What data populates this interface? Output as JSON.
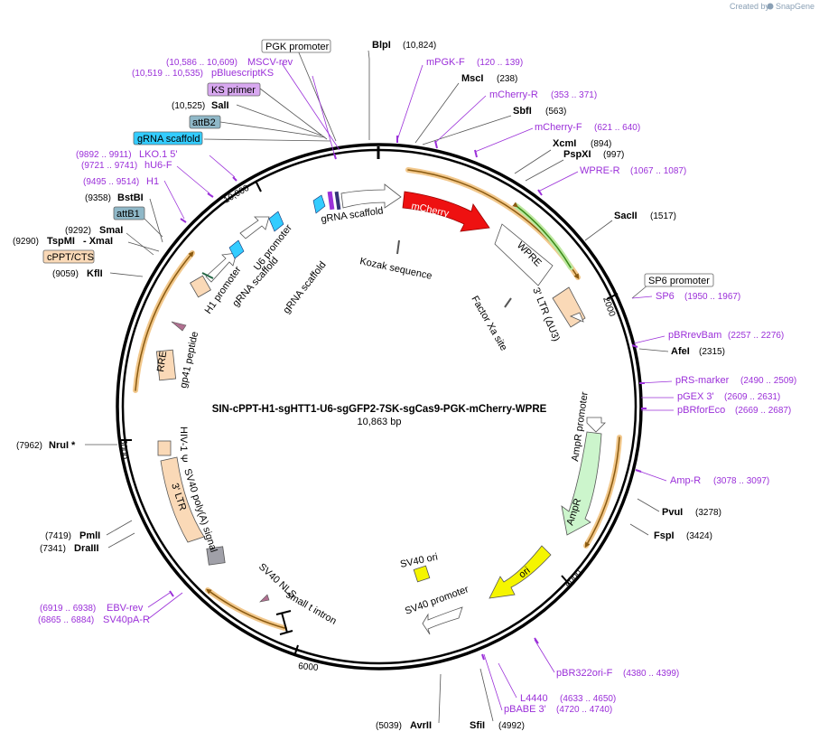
{
  "credit": {
    "prefix": "Created by",
    "brand": "SnapGene"
  },
  "title": "SIN-cPPT-H1-sgHTT1-U6-sgGFP2-7SK-sgCas9-PGK-mCherry-WPRE",
  "length": "10,863 bp",
  "ticks": [
    "2000",
    "4000",
    "6000",
    "8000",
    "10,000"
  ],
  "enzymes": [
    {
      "name": "BlpI",
      "pos": "(10,824)"
    },
    {
      "name": "MscI",
      "pos": "(238)"
    },
    {
      "name": "SbfI",
      "pos": "(563)"
    },
    {
      "name": "XcmI",
      "pos": "(894)"
    },
    {
      "name": "PspXI",
      "pos": "(997)"
    },
    {
      "name": "SacII",
      "pos": "(1517)"
    },
    {
      "name": "AfeI",
      "pos": "(2315)"
    },
    {
      "name": "PvuI",
      "pos": "(3278)"
    },
    {
      "name": "FspI",
      "pos": "(3424)"
    },
    {
      "name": "SfiI",
      "pos": "(4992)"
    },
    {
      "name": "AvrII",
      "pos": "(5039)"
    },
    {
      "name": "DraIII",
      "pos": "(7341)"
    },
    {
      "name": "PmlI",
      "pos": "(7419)"
    },
    {
      "name": "NruI *",
      "pos": "(7962)"
    },
    {
      "name": "KflI",
      "pos": "(9059)"
    },
    {
      "name": "TspMI",
      "pos": "(9290)"
    },
    {
      "name": "- XmaI",
      "pos": ""
    },
    {
      "name": "SmaI",
      "pos": "(9292)"
    },
    {
      "name": "BstBI",
      "pos": "(9358)"
    },
    {
      "name": "SalI",
      "pos": "(10,525)"
    }
  ],
  "primers": [
    {
      "name": "mPGK-F",
      "pos": "(120 .. 139)"
    },
    {
      "name": "mCherry-R",
      "pos": "(353 .. 371)"
    },
    {
      "name": "mCherry-F",
      "pos": "(621 .. 640)"
    },
    {
      "name": "WPRE-R",
      "pos": "(1067 .. 1087)"
    },
    {
      "name": "SP6",
      "pos": "(1950 .. 1967)"
    },
    {
      "name": "pBRrevBam",
      "pos": "(2257 .. 2276)"
    },
    {
      "name": "pRS-marker",
      "pos": "(2490 .. 2509)"
    },
    {
      "name": "pGEX 3'",
      "pos": "(2609 .. 2631)"
    },
    {
      "name": "pBRforEco",
      "pos": "(2669 .. 2687)"
    },
    {
      "name": "Amp-R",
      "pos": "(3078 .. 3097)"
    },
    {
      "name": "pBR322ori-F",
      "pos": "(4380 .. 4399)"
    },
    {
      "name": "L4440",
      "pos": "(4633 .. 4650)"
    },
    {
      "name": "pBABE 3'",
      "pos": "(4720 .. 4740)"
    },
    {
      "name": "EBV-rev",
      "pos": "(6919 .. 6938)"
    },
    {
      "name": "SV40pA-R",
      "pos": "(6865 .. 6884)"
    },
    {
      "name": "H1",
      "pos": "(9495 .. 9514)"
    },
    {
      "name": "hU6-F",
      "pos": "(9721 .. 9741)"
    },
    {
      "name": "LKO.1 5'",
      "pos": "(9892 .. 9911)"
    },
    {
      "name": "pBluescriptKS",
      "pos": "(10,519 .. 10,535)"
    },
    {
      "name": "MSCV-rev",
      "pos": "(10,586 .. 10,609)"
    }
  ],
  "boxed_labels": [
    "PGK promoter",
    "KS primer",
    "attB2",
    "gRNA scaffold",
    "attB1",
    "cPPT/CTS",
    "SP6 promoter"
  ],
  "features": {
    "mcherry": "mCherry",
    "wpre": "WPRE",
    "ltr3_du3": "3' LTR (ΔU3)",
    "factor_xa": "Factor Xa site",
    "kozak": "Kozak sequence",
    "gRNA_scaffold_inner": "gRNA scaffold",
    "u6_promoter": "U6 promoter",
    "gRNA_scaffold_2": "gRNA scaffold",
    "h1_promoter": "H1 promoter",
    "gRNA_scaffold_3": "gRNA scaffold",
    "rre": "RRE",
    "gp41": "gp41 peptide",
    "hiv_psi": "HIV-1 Ψ",
    "ltr3": "3' LTR",
    "sv40_polya": "SV40 poly(A) signal",
    "sv40_nls": "SV40 NLS",
    "small_t": "small t intron",
    "sv40_promoter": "SV40 promoter",
    "sv40_ori": "SV40 ori",
    "ori": "ori",
    "ampr": "AmpR",
    "ampr_promoter": "AmpR promoter"
  },
  "colors": {
    "mcherry": "#ee1111",
    "ampr": "#ccf5cc",
    "ori": "#f5f500",
    "ltr": "#fad9b7",
    "primer": "#9b30d9",
    "gRNA": "#33ccff",
    "attB": "#8fb8c8",
    "ks_primer": "#d8a8f0",
    "orange_track": "#e8a53b"
  }
}
